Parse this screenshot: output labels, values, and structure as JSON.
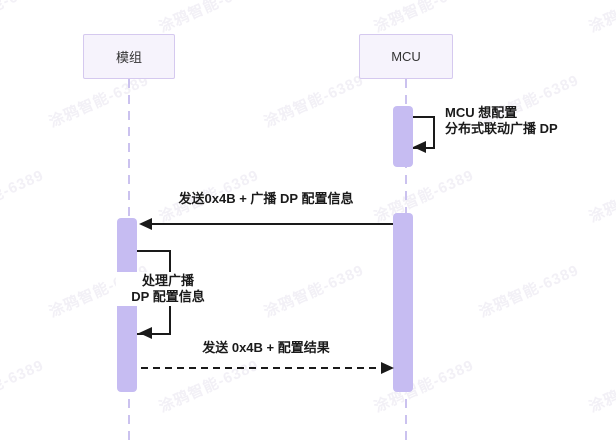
{
  "diagram": {
    "participants": [
      {
        "id": "module",
        "label": "模组"
      },
      {
        "id": "mcu",
        "label": "MCU"
      }
    ],
    "messages": [
      {
        "type": "self",
        "actor": "mcu",
        "lines": [
          "MCU 想配置",
          "分布式联动广播 DP"
        ]
      },
      {
        "type": "solid-arrow",
        "from": "mcu",
        "to": "module",
        "label": "发送0x4B + 广播 DP 配置信息"
      },
      {
        "type": "self",
        "actor": "module",
        "lines": [
          "处理广播",
          "DP 配置信息"
        ]
      },
      {
        "type": "dashed-arrow",
        "from": "module",
        "to": "mcu",
        "label": "发送 0x4B + 配置结果"
      }
    ]
  },
  "watermark": {
    "text": "涂鸦智能-6389"
  },
  "colors": {
    "accent-bar": "#c6bcf2",
    "box-fill": "#f6f3fc",
    "box-border": "#d5c9ef",
    "lifeline": "#cbc2ef",
    "ink": "#1a1a1a"
  }
}
